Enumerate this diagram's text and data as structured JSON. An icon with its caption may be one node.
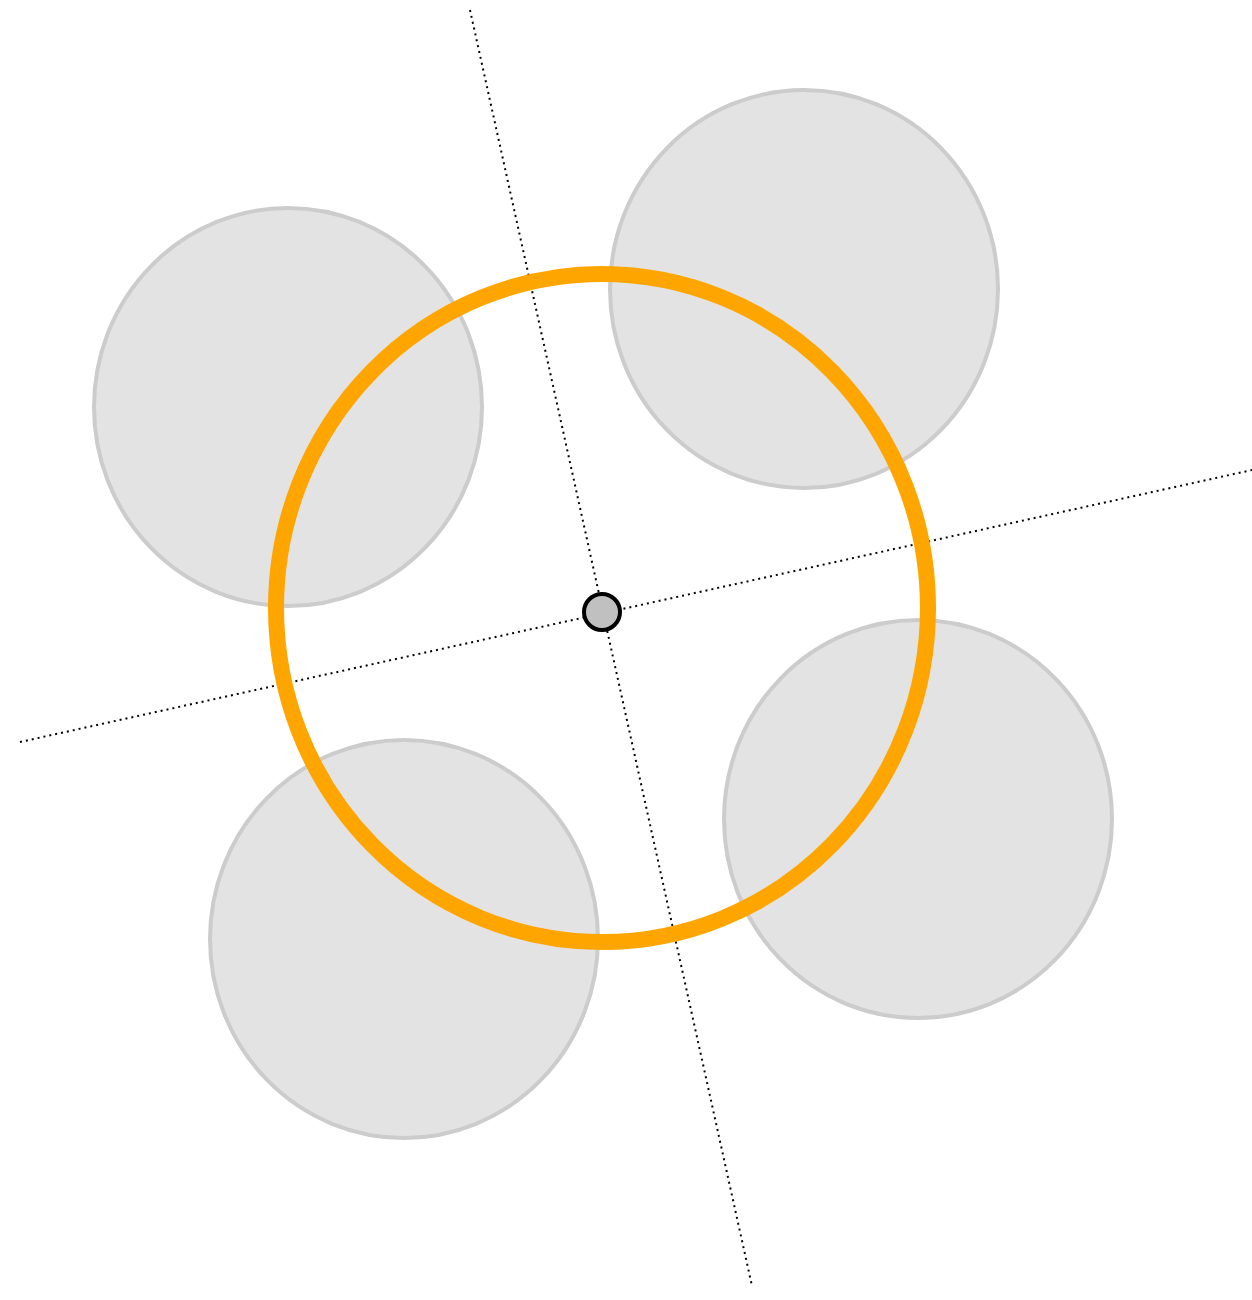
{
  "diagram": {
    "nodes": [
      {
        "text": [],
        "shape": "circle"
      },
      {
        "text": [],
        "shape": "circle"
      },
      {
        "text": [],
        "shape": "circle"
      },
      {
        "text": [],
        "shape": "circle"
      },
      {
        "text": [],
        "shape": "circle"
      },
      {
        "text": [],
        "shape": "circle",
        "in": 4
      }
    ]
  }
}
